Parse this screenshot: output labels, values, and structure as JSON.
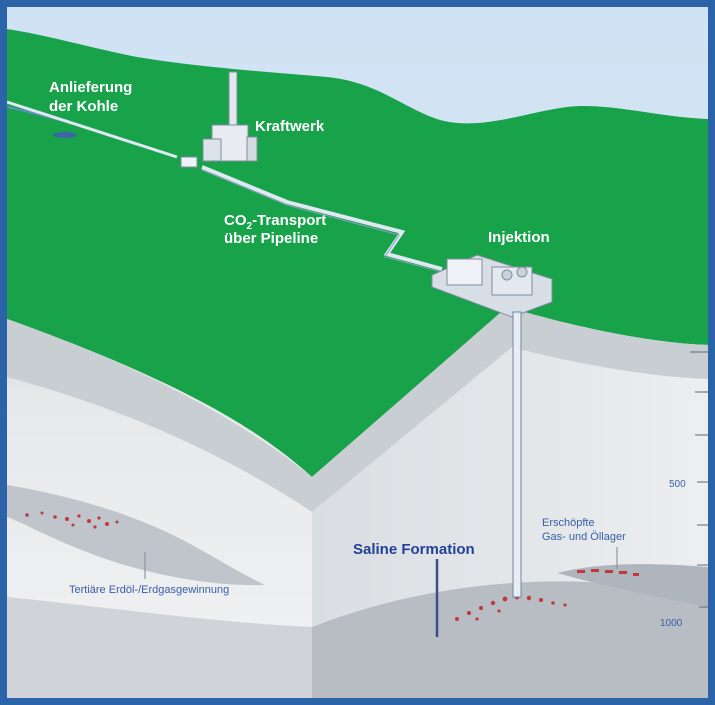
{
  "labels": {
    "coal_delivery_line1": "Anlieferung",
    "coal_delivery_line2": "der Kohle",
    "power_plant": "Kraftwerk",
    "co2_prefix": "CO",
    "co2_sub": "2",
    "co2_suffix": "-Transport",
    "pipeline": "über Pipeline",
    "injection": "Injektion",
    "saline_formation": "Saline Formation",
    "depleted_line1": "Erschöpfte",
    "depleted_line2": "Gas- und Öllager",
    "tertiary_oil": "Tertiäre Erdöl-/Erdgasgewinnung",
    "depth_500": "500",
    "depth_1000": "1000"
  },
  "colors": {
    "frame": "#2a63a8",
    "sky": "#d6e6f4",
    "ground_green": "#18a24a",
    "rock_light": "#e4e7ea",
    "rock_mid": "#c8cdd2",
    "rock_dark": "#aeb4ba",
    "label_white": "#ffffff",
    "label_blue": "#23409a"
  },
  "icons": [
    "power-plant-icon",
    "injection-station-icon",
    "coal-ship-icon",
    "truck-icon"
  ]
}
